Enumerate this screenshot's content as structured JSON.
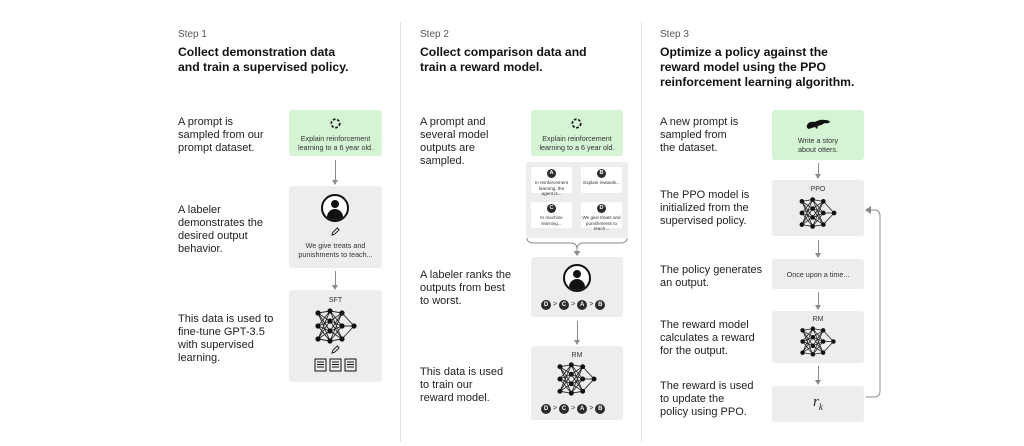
{
  "steps": [
    {
      "number": "Step 1",
      "title": [
        "Collect demonstration data",
        "and train a supervised policy."
      ],
      "descriptions": [
        [
          "A prompt is",
          "sampled from our",
          "prompt dataset."
        ],
        [
          "A labeler",
          "demonstrates the",
          "desired output",
          "behavior."
        ],
        [
          "This data is used to",
          "fine-tune GPT-3.5",
          "with supervised",
          "learning."
        ]
      ],
      "prompt": [
        "Explain reinforcement",
        "learning to a 6 year old."
      ],
      "demo_output": [
        "We give treats and",
        "punishments to teach..."
      ],
      "model_label": "SFT",
      "icons": {
        "prompt": "openai-logo-icon",
        "labeler": "person-icon",
        "pencil": "pencil-icon",
        "docs": "document-stack-icon",
        "network": "neural-network-icon"
      }
    },
    {
      "number": "Step 2",
      "title": [
        "Collect comparison data and",
        "train a reward model."
      ],
      "descriptions": [
        [
          "A prompt and",
          "several model",
          "outputs are",
          "sampled."
        ],
        [
          "A labeler ranks the",
          "outputs from best",
          "to worst."
        ],
        [
          "This data is used",
          "to train our",
          "reward model."
        ]
      ],
      "prompt": [
        "Explain reinforcement",
        "learning to a 6 year old."
      ],
      "outputs": [
        {
          "letter": "A",
          "text": [
            "In reinforcement",
            "learning, the",
            "agent is..."
          ]
        },
        {
          "letter": "B",
          "text": [
            "Explain rewards..."
          ]
        },
        {
          "letter": "C",
          "text": [
            "In machine",
            "learning..."
          ]
        },
        {
          "letter": "D",
          "text": [
            "We give treats and",
            "punishments to",
            "teach..."
          ]
        }
      ],
      "ranking": [
        "D",
        "C",
        "A",
        "B"
      ],
      "ranking_sep": ">",
      "model_label": "RM"
    },
    {
      "number": "Step 3",
      "title": [
        "Optimize a policy against the",
        "reward model using the PPO",
        "reinforcement learning algorithm."
      ],
      "descriptions": [
        [
          "A new prompt is",
          "sampled from",
          "the dataset."
        ],
        [
          "The PPO model is",
          "initialized from the",
          "supervised policy."
        ],
        [
          "The policy generates",
          "an output."
        ],
        [
          "The reward model",
          "calculates a reward",
          "for the output."
        ],
        [
          "The reward is used",
          "to update the",
          "policy using PPO."
        ]
      ],
      "prompt": [
        "Write a story",
        "about otters."
      ],
      "policy_label": "PPO",
      "output": "Once upon a time...",
      "reward_label": "RM",
      "reward_symbol": "r",
      "reward_subscript": "k",
      "icons": {
        "prompt": "otter-icon",
        "loop": "feedback-loop-arrow-icon"
      }
    }
  ]
}
